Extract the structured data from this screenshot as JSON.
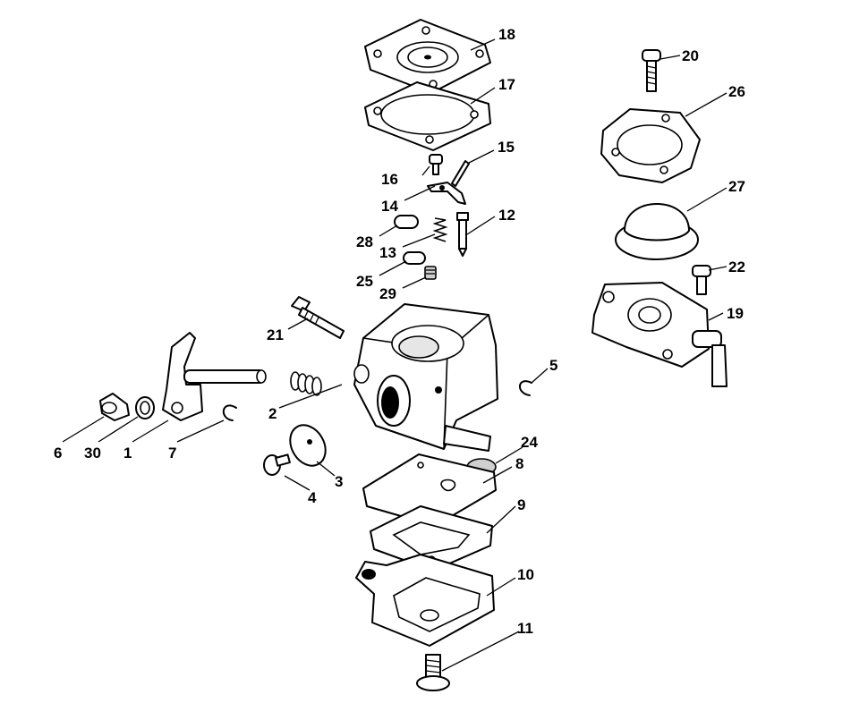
{
  "diagram": {
    "parts": [
      {
        "id": "p18",
        "number": "18"
      },
      {
        "id": "p17",
        "number": "17"
      },
      {
        "id": "p16",
        "number": "16"
      },
      {
        "id": "p15",
        "number": "15"
      },
      {
        "id": "p14",
        "number": "14"
      },
      {
        "id": "p12",
        "number": "12"
      },
      {
        "id": "p28",
        "number": "28"
      },
      {
        "id": "p13",
        "number": "13"
      },
      {
        "id": "p25",
        "number": "25"
      },
      {
        "id": "p29",
        "number": "29"
      },
      {
        "id": "p20",
        "number": "20"
      },
      {
        "id": "p26",
        "number": "26"
      },
      {
        "id": "p27",
        "number": "27"
      },
      {
        "id": "p22",
        "number": "22"
      },
      {
        "id": "p19",
        "number": "19"
      },
      {
        "id": "p21",
        "number": "21"
      },
      {
        "id": "p5",
        "number": "5"
      },
      {
        "id": "p2",
        "number": "2"
      },
      {
        "id": "p6",
        "number": "6"
      },
      {
        "id": "p30",
        "number": "30"
      },
      {
        "id": "p1",
        "number": "1"
      },
      {
        "id": "p7",
        "number": "7"
      },
      {
        "id": "p24",
        "number": "24"
      },
      {
        "id": "p8",
        "number": "8"
      },
      {
        "id": "p3",
        "number": "3"
      },
      {
        "id": "p4",
        "number": "4"
      },
      {
        "id": "p9",
        "number": "9"
      },
      {
        "id": "p10",
        "number": "10"
      },
      {
        "id": "p11",
        "number": "11"
      }
    ]
  }
}
